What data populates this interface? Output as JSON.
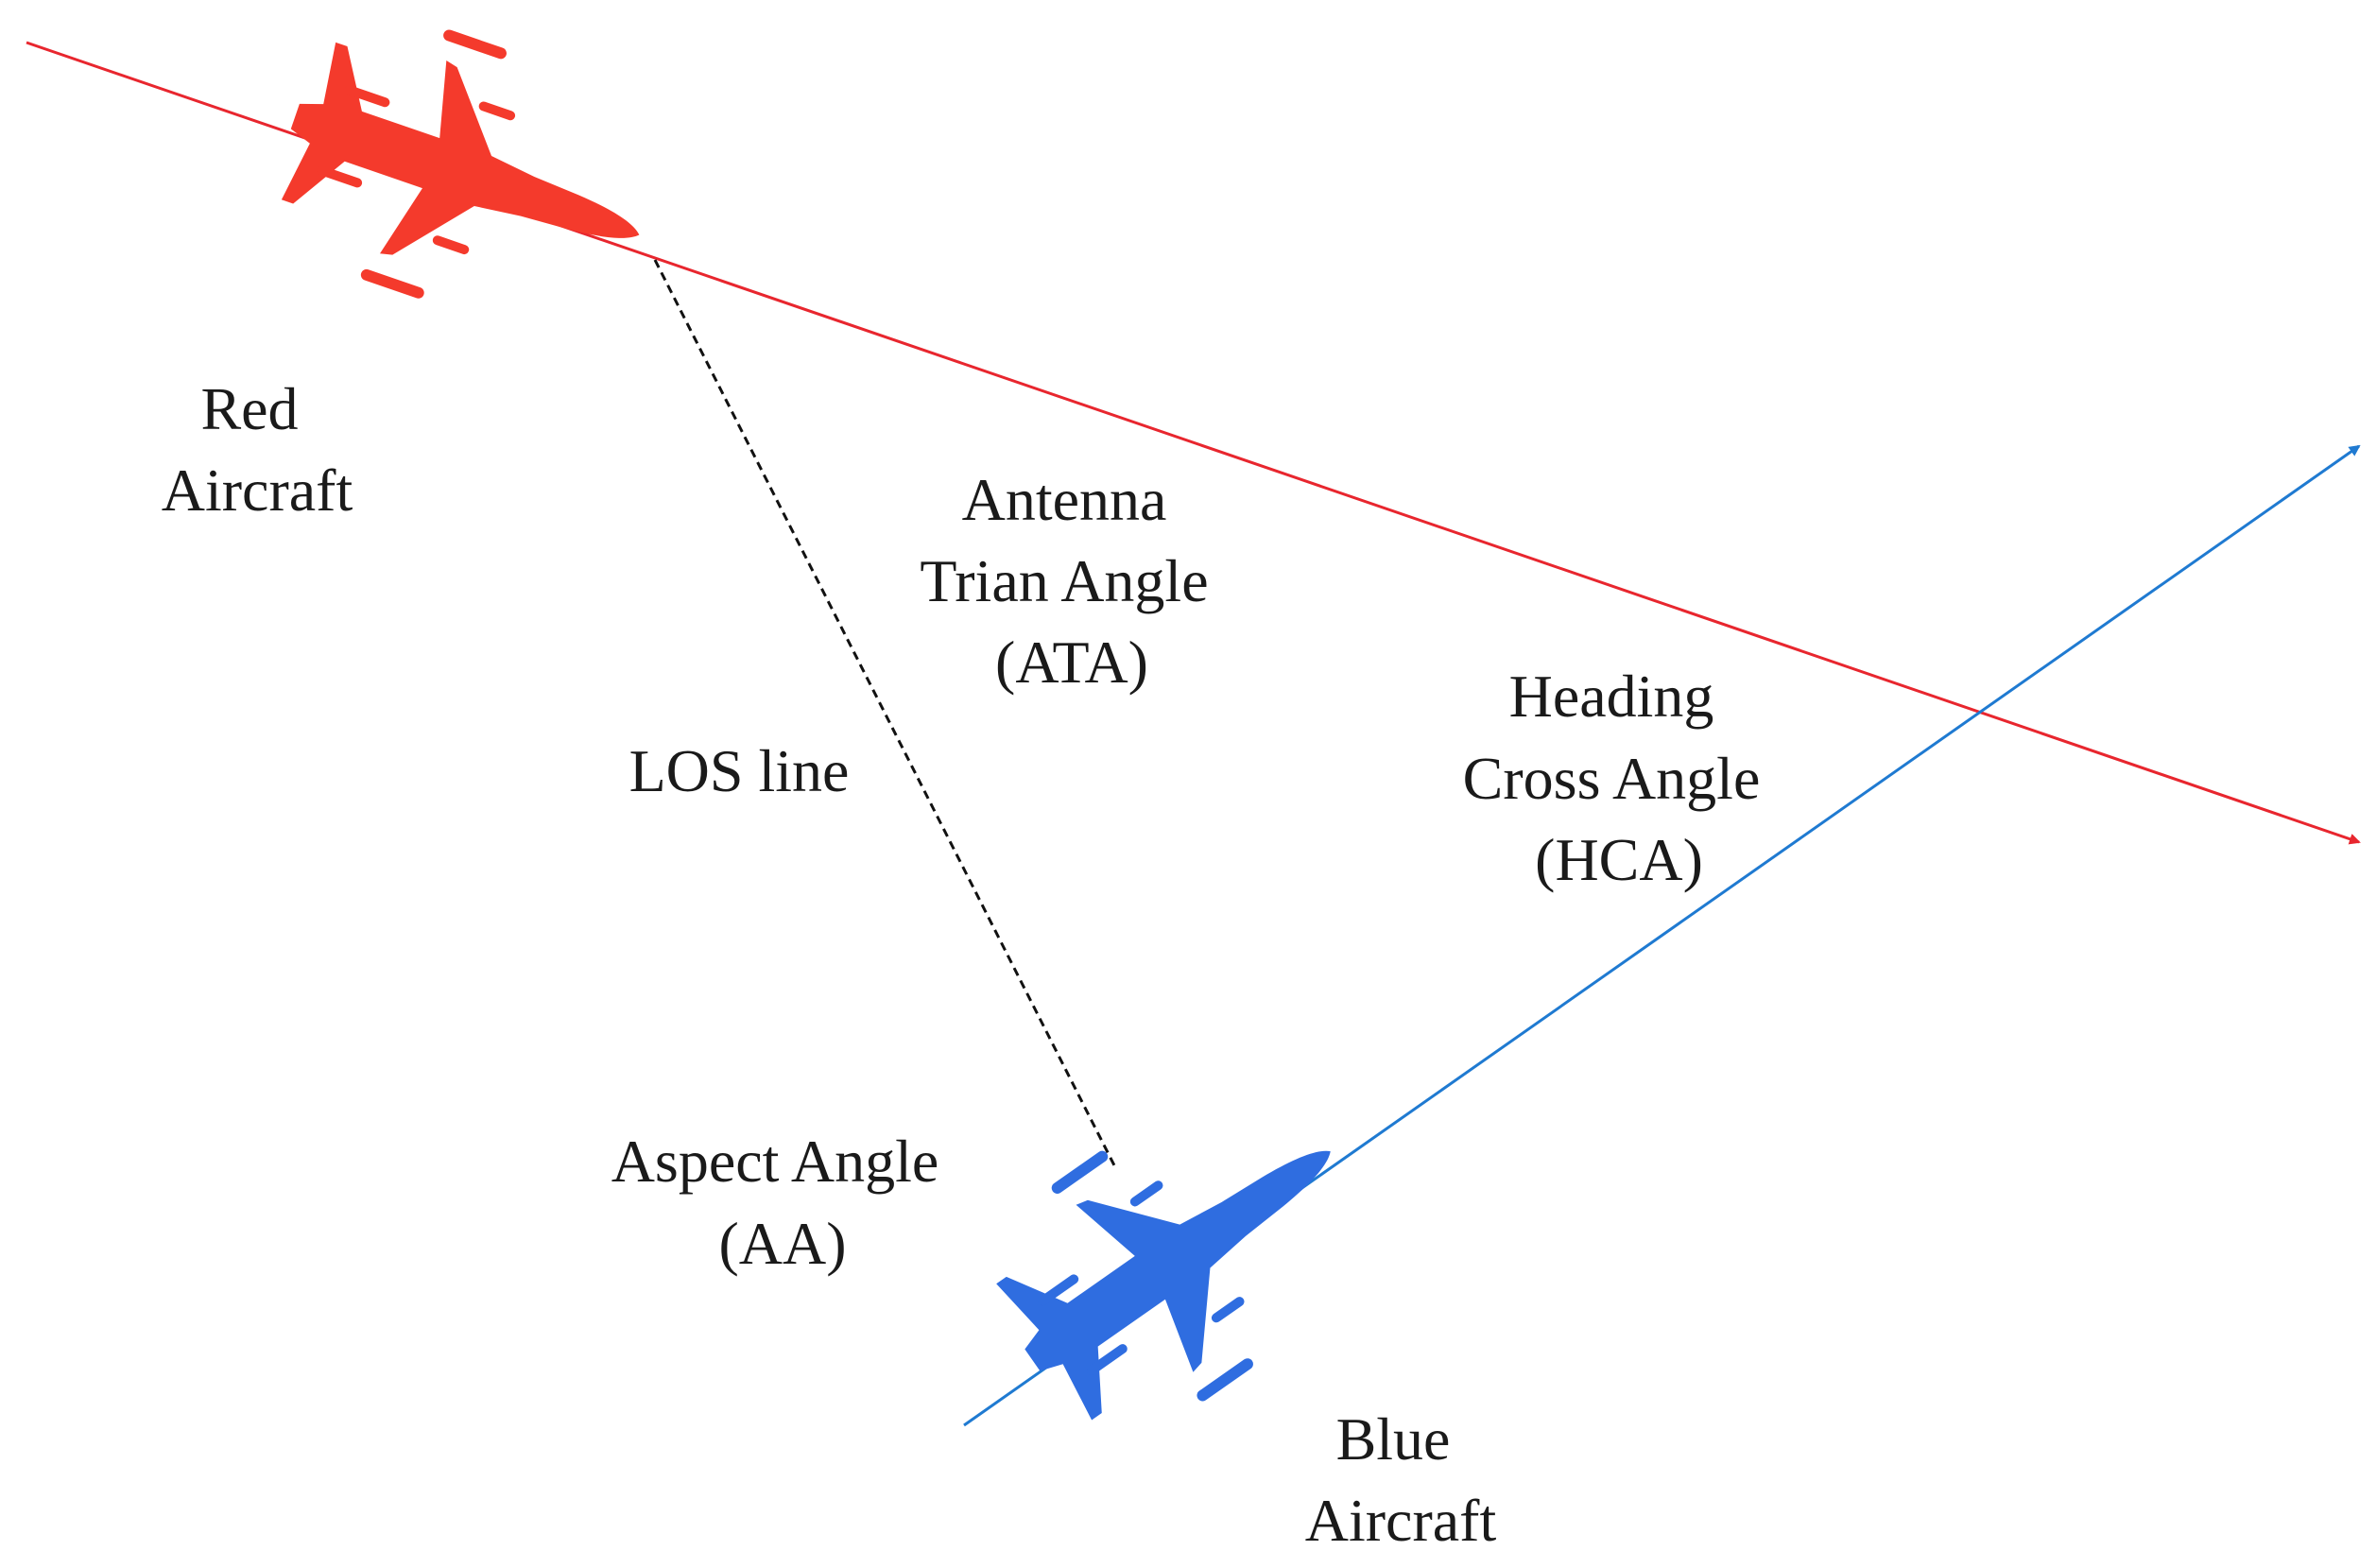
{
  "labels": {
    "red_aircraft": [
      "Red",
      "Aircraft"
    ],
    "blue_aircraft": [
      "Blue",
      "Aircraft"
    ],
    "ata": [
      "Antenna",
      "Trian Angle",
      "(ATA)"
    ],
    "los": "LOS line",
    "hca": [
      "Heading",
      "Cross Angle",
      "(HCA)"
    ],
    "aa": [
      "Aspect Angle",
      "(AA)"
    ]
  },
  "icons": {
    "red_aircraft": "fighter-jet-icon",
    "blue_aircraft": "fighter-jet-icon"
  },
  "colors": {
    "red_aircraft": "#f43a2c",
    "red_heading": "#e8262e",
    "blue_aircraft": "#2f6de0",
    "blue_heading": "#1f7ad1",
    "los_line": "#111111",
    "text": "#1a1a1a"
  }
}
